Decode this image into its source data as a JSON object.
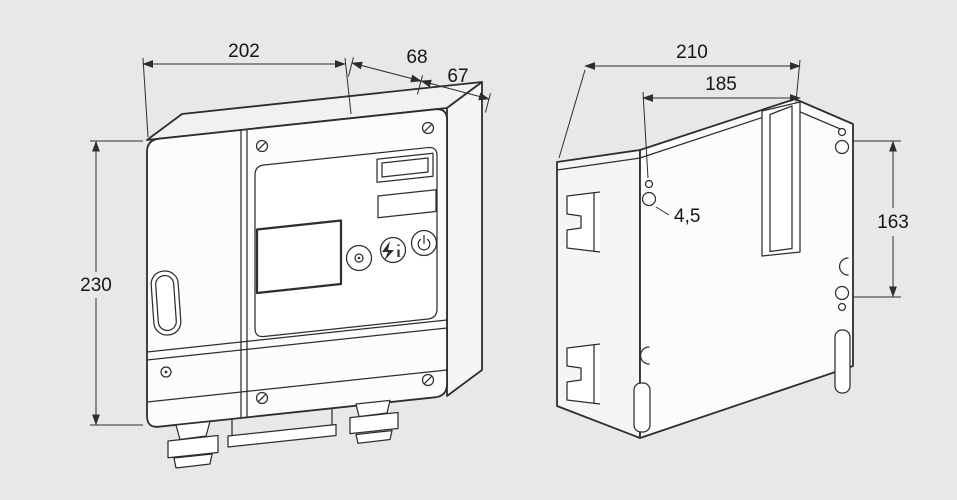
{
  "background": "#e8e8e8",
  "line_color": "#2e2e2e",
  "dims": {
    "iso": {
      "width": "202",
      "depth_front": "68",
      "depth_rear": "67",
      "height": "230"
    },
    "rear": {
      "width_overall": "210",
      "width_holes": "185",
      "hole_diameter": "4,5",
      "height_holes": "163"
    }
  }
}
